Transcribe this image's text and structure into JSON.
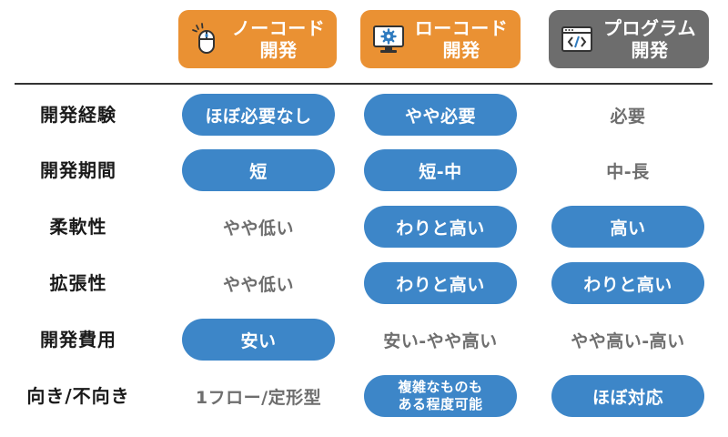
{
  "columns": [
    {
      "line1": "ノーコード",
      "line2": "開発",
      "icon": "mouse-icon",
      "color": "#ea9133"
    },
    {
      "line1": "ローコード",
      "line2": "開発",
      "icon": "monitor-gear-icon",
      "color": "#ea9133"
    },
    {
      "line1": "プログラム",
      "line2": "開発",
      "icon": "code-window-icon",
      "color": "#6d6d6d"
    }
  ],
  "rows": [
    {
      "label": "開発経験",
      "cells": [
        "ほぼ必要なし",
        "やや必要",
        "必要"
      ]
    },
    {
      "label": "開発期間",
      "cells": [
        "短",
        "短-中",
        "中-長"
      ]
    },
    {
      "label": "柔軟性",
      "cells": [
        "やや低い",
        "わりと高い",
        "高い"
      ]
    },
    {
      "label": "拡張性",
      "cells": [
        "やや低い",
        "わりと高い",
        "わりと高い"
      ]
    },
    {
      "label": "開発費用",
      "cells": [
        "安い",
        "安い-やや高い",
        "やや高い-高い"
      ]
    },
    {
      "label": "向き/不向き",
      "cells": [
        "1フロー/定形型",
        [
          "複雑なものも",
          "ある程度可能"
        ],
        "ほぼ対応"
      ]
    }
  ],
  "colors": {
    "pill": "#3d86c8",
    "plain_text": "#6e6e6e",
    "header_orange": "#ea9133",
    "header_gray": "#6d6d6d"
  }
}
